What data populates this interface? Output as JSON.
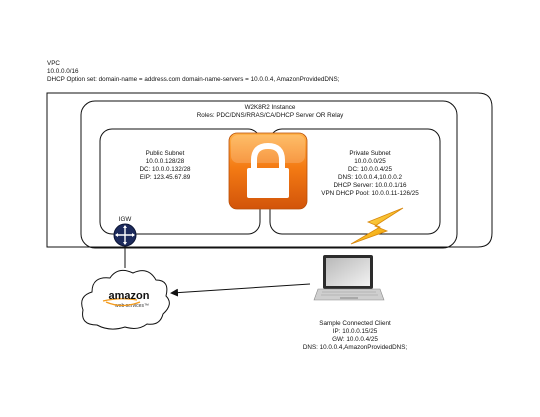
{
  "vpc": {
    "title": "VPC",
    "cidr": "10.0.0.0/16",
    "dhcp_options": "DHCP Option set: domain-name = address.com domain-name-servers = 10.0.0.4, AmazonProvidedDNS;"
  },
  "instance": {
    "name": "W2K8R2 Instance",
    "roles": "Roles: PDC/DNS/RRAS/CA/DHCP Server OR Relay"
  },
  "public_subnet": {
    "title": "Public Subnet",
    "lines": [
      "10.0.0.128/28",
      "DC: 10.0.0.132/28",
      "EIP: 123.45.67.89"
    ]
  },
  "private_subnet": {
    "title": "Private Subnet",
    "lines": [
      "10.0.0.0/25",
      "DC: 10.0.0.4/25",
      "DNS: 10.0.0.4,10.0.0.2",
      "DHCP Server: 10.0.0.1/16",
      "VPN DHCP Pool: 10.0.0.11-126/25"
    ]
  },
  "igw": {
    "label": "IGW"
  },
  "amazon": {
    "word": "amazon",
    "sub": "web services™"
  },
  "client": {
    "title": "Sample Connected Client",
    "lines": [
      "IP: 10.0.0.15/25",
      "GW: 10.0.0.4/25",
      "DNS: 10.0.0.4,AmazonProvidedDNS;"
    ]
  },
  "icons": [
    "lock-icon",
    "lightning-icon",
    "laptop-icon",
    "router-icon",
    "cloud-icon"
  ],
  "colors": {
    "lock_orange": "#f07a10",
    "router_navy": "#1c2a5c",
    "bolt_yellow": "#f6b21a",
    "amazon_orange": "#f39a1b"
  }
}
